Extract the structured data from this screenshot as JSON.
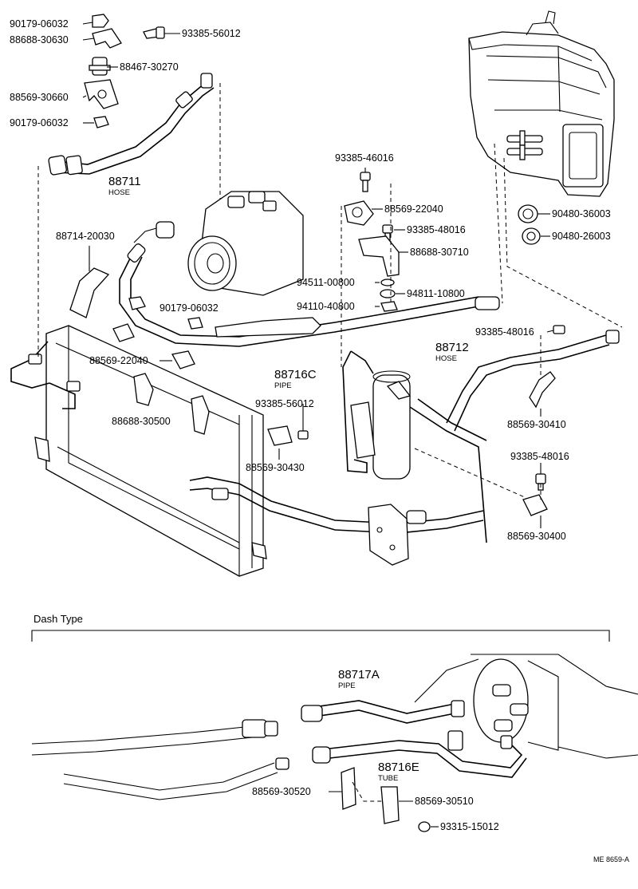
{
  "callouts": [
    {
      "id": "c1",
      "text": "90179-06032"
    },
    {
      "id": "c2",
      "text": "88688-30630"
    },
    {
      "id": "c3",
      "text": "93385-56012"
    },
    {
      "id": "c4",
      "text": "88467-30270"
    },
    {
      "id": "c5",
      "text": "88569-30660"
    },
    {
      "id": "c6",
      "text": "90179-06032"
    },
    {
      "id": "c7",
      "text": "93385-46016"
    },
    {
      "id": "c8",
      "text": "88569-22040"
    },
    {
      "id": "c9",
      "text": "93385-48016"
    },
    {
      "id": "c10",
      "text": "88688-30710"
    },
    {
      "id": "c11",
      "text": "94511-00800"
    },
    {
      "id": "c12",
      "text": "94811-10800"
    },
    {
      "id": "c13",
      "text": "94110-40800"
    },
    {
      "id": "c14",
      "text": "88714-20030"
    },
    {
      "id": "c15",
      "text": "90179-06032"
    },
    {
      "id": "c16",
      "text": "90480-36003"
    },
    {
      "id": "c17",
      "text": "90480-26003"
    },
    {
      "id": "c18",
      "text": "93385-48016"
    },
    {
      "id": "c19",
      "text": "88569-22040"
    },
    {
      "id": "c20",
      "text": "88688-30500"
    },
    {
      "id": "c21",
      "text": "93385-56012"
    },
    {
      "id": "c22",
      "text": "88569-30430"
    },
    {
      "id": "c23",
      "text": "88569-30410"
    },
    {
      "id": "c24",
      "text": "93385-48016"
    },
    {
      "id": "c25",
      "text": "88569-30400"
    },
    {
      "id": "c26",
      "text": "88569-30520"
    },
    {
      "id": "c27",
      "text": "88569-30510"
    },
    {
      "id": "c28",
      "text": "93315-15012"
    }
  ],
  "components": {
    "hose_88711": {
      "number": "88711",
      "type": "HOSE"
    },
    "hose_88712": {
      "number": "88712",
      "type": "HOSE"
    },
    "pipe_88716C": {
      "number": "88716C",
      "type": "PIPE"
    },
    "pipe_88717A": {
      "number": "88717A",
      "type": "PIPE"
    },
    "tube_88716E": {
      "number": "88716E",
      "type": "TUBE"
    }
  },
  "section_label": "Dash Type",
  "diagram_code": "ME 8659-A"
}
